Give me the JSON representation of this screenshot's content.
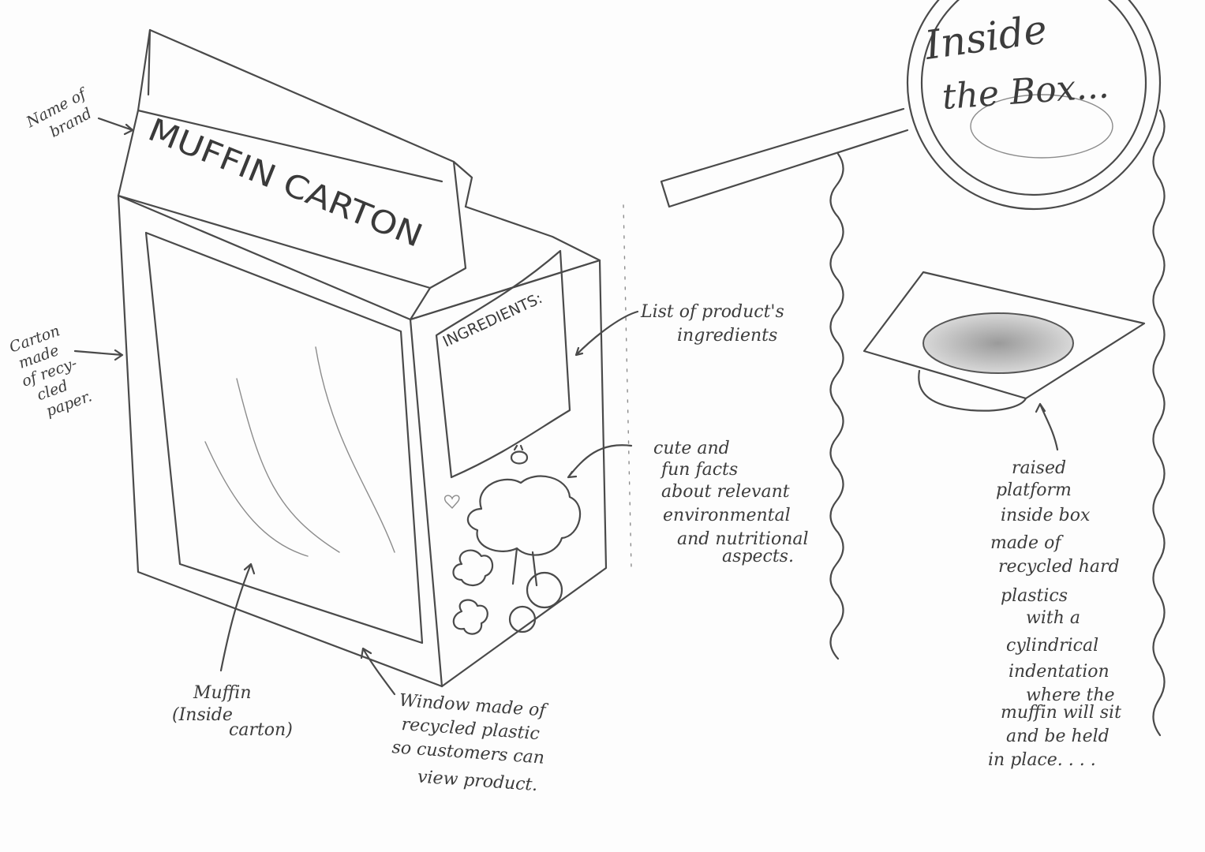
{
  "carton": {
    "brand_text": "MUFFIN CARTON",
    "ingredients_heading": "INGREDIENTS:"
  },
  "magnifier": {
    "line1": "Inside",
    "line2": "the Box..."
  },
  "annotations": {
    "name_of_brand": [
      "Name of",
      "brand"
    ],
    "carton_material": [
      "Carton",
      "made",
      "of recy-",
      "cled",
      "paper."
    ],
    "muffin_inside": [
      "Muffin",
      "(Inside",
      "carton)"
    ],
    "window": [
      "Window made of",
      "recycled plastic",
      "so customers can",
      "view product."
    ],
    "ingredients_list": [
      "List of product's",
      "ingredients"
    ],
    "fun_facts": [
      "cute and",
      "fun facts",
      "about relevant",
      "environmental",
      "and nutritional",
      "aspects."
    ],
    "platform": [
      "raised",
      "platform",
      "inside box",
      "made of",
      "recycled hard",
      "plastics",
      "with a",
      "cylindrical",
      "indentation",
      "where the",
      "muffin will sit",
      "and be held",
      "in place. . . ."
    ]
  }
}
